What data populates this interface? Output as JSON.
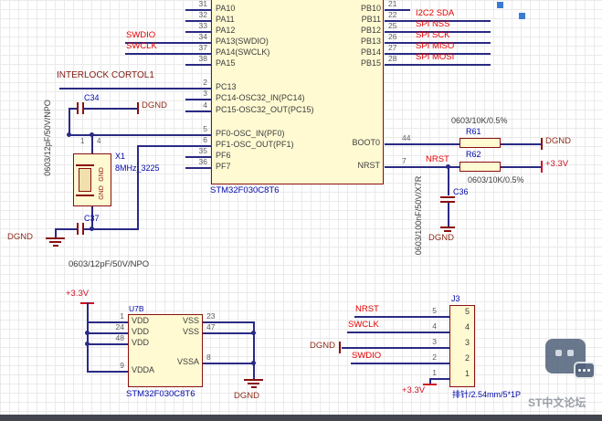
{
  "mcu": {
    "part": "STM32F030C8T6",
    "gpio_left": [
      {
        "num": "31",
        "name": "PA10"
      },
      {
        "num": "32",
        "name": "PA11"
      },
      {
        "num": "33",
        "name": "PA12"
      },
      {
        "num": "34",
        "name": "PA13(SWDIO)",
        "net": "SWDIO"
      },
      {
        "num": "37",
        "name": "PA14(SWCLK)",
        "net": "SWCLK"
      },
      {
        "num": "38",
        "name": "PA15"
      }
    ],
    "gpio_right": [
      {
        "num": "21",
        "name": "PB10"
      },
      {
        "num": "22",
        "name": "PB11",
        "net": "I2C2 SDA"
      },
      {
        "num": "25",
        "name": "PB12",
        "net": "SPI NSS"
      },
      {
        "num": "26",
        "name": "PB13",
        "net": "SPI SCK"
      },
      {
        "num": "27",
        "name": "PB14",
        "net": "SPI MISO"
      },
      {
        "num": "28",
        "name": "PB15",
        "net": "SPI MOSI"
      }
    ],
    "sys_left": [
      {
        "num": "2",
        "name": "PC13"
      },
      {
        "num": "3",
        "name": "PC14-OSC32_IN(PC14)"
      },
      {
        "num": "4",
        "name": "PC15-OSC32_OUT(PC15)"
      },
      {
        "num": "5",
        "name": "PF0-OSC_IN(PF0)"
      },
      {
        "num": "6",
        "name": "PF1-OSC_OUT(PF1)"
      },
      {
        "num": "35",
        "name": "PF6"
      },
      {
        "num": "36",
        "name": "PF7"
      }
    ],
    "sys_right": [
      {
        "num": "44",
        "name": "BOOT0"
      },
      {
        "num": "7",
        "name": "NRST",
        "net": "NRST"
      }
    ]
  },
  "net_labels": {
    "interlock": "INTERLOCK CORTOL1"
  },
  "crystal": {
    "designator": "X1",
    "comment": "8MHz_3225",
    "pin_a": "1",
    "pin_b": "4",
    "gnd1": "GND",
    "gnd2": "GND"
  },
  "capacitors": {
    "c34": "C34",
    "c37": "C37",
    "c36": "C36",
    "value_12pf": "0603/12pF/50V/NPO",
    "value_12pf_2": "0603/12pF/50V/NPO",
    "value_100nf": "0603/100nF/50V/X7R"
  },
  "resistors": {
    "r61": "R61",
    "r62": "R62",
    "value_10k": "0603/10K/0.5%"
  },
  "power": {
    "dgnd": "DGND",
    "p3v3": "+3.3V"
  },
  "pwr_block": {
    "designator": "U7B",
    "part": "STM32F030C8T6",
    "left": [
      {
        "num": "1",
        "name": "VDD"
      },
      {
        "num": "24",
        "name": "VDD"
      },
      {
        "num": "48",
        "name": "VDD"
      },
      {
        "num": "9",
        "name": "VDDA"
      }
    ],
    "right": [
      {
        "num": "23",
        "name": "VSS"
      },
      {
        "num": "47",
        "name": "VSS"
      },
      {
        "num": "8",
        "name": "VSSA"
      }
    ]
  },
  "connector": {
    "designator": "J3",
    "comment": "排针/2.54mm/5*1P",
    "pins": [
      {
        "num": "5",
        "net": "NRST"
      },
      {
        "num": "4",
        "net": "SWCLK"
      },
      {
        "num": "3",
        "net": "DGND"
      },
      {
        "num": "2",
        "net": "SWDIO"
      },
      {
        "num": "1",
        "net": "+3.3V"
      }
    ]
  },
  "watermark": {
    "text": "ST中文论坛"
  },
  "colors": {
    "wire": "#2a2a85",
    "component": "#8a0f0f",
    "net_label": "#e60000",
    "power_gnd": "#8f2c1a",
    "designator": "#0008a8",
    "body_fill": "#fffad2"
  }
}
